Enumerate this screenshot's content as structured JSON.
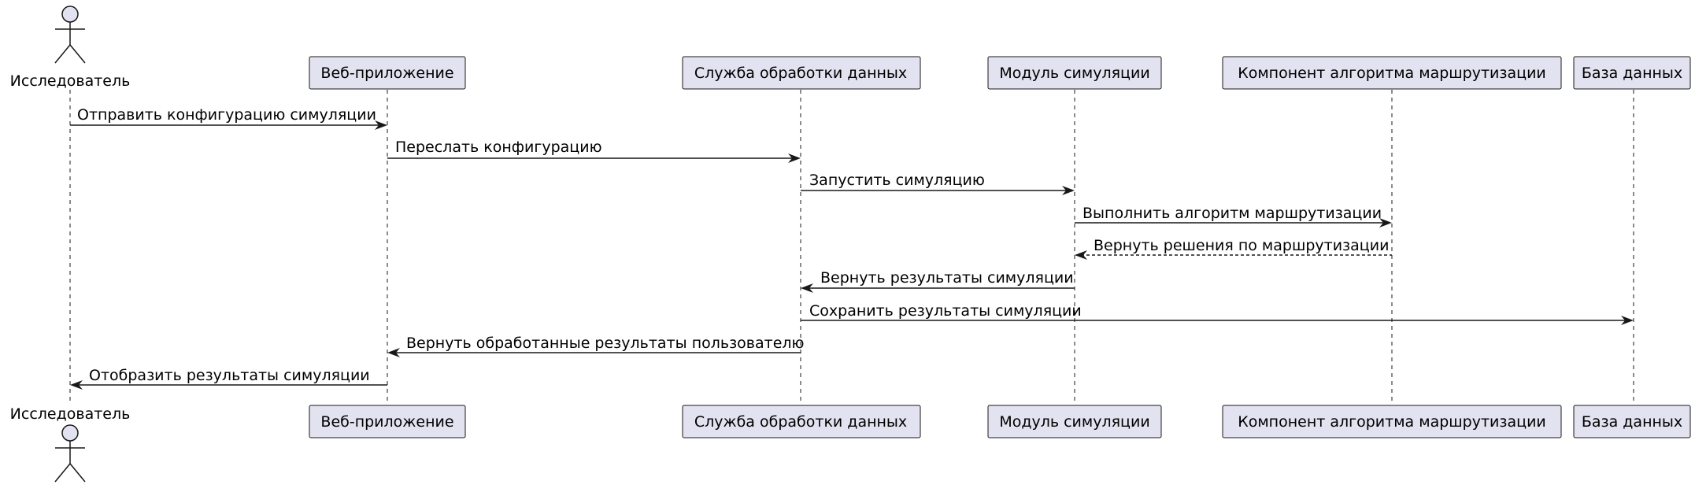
{
  "participants": [
    {
      "id": "researcher",
      "label": "Исследователь",
      "kind": "actor"
    },
    {
      "id": "webapp",
      "label": "Веб-приложение",
      "kind": "participant"
    },
    {
      "id": "dataservice",
      "label": "Служба обработки данных",
      "kind": "participant"
    },
    {
      "id": "simmodule",
      "label": "Модуль симуляции",
      "kind": "participant"
    },
    {
      "id": "routing",
      "label": "Компонент алгоритма маршрутизации",
      "kind": "participant"
    },
    {
      "id": "database",
      "label": "База данных",
      "kind": "participant"
    }
  ],
  "messages": [
    {
      "from": "researcher",
      "to": "webapp",
      "label": "Отправить конфигурацию симуляции",
      "style": "solid"
    },
    {
      "from": "webapp",
      "to": "dataservice",
      "label": "Переслать конфигурацию",
      "style": "solid"
    },
    {
      "from": "dataservice",
      "to": "simmodule",
      "label": "Запустить симуляцию",
      "style": "solid"
    },
    {
      "from": "simmodule",
      "to": "routing",
      "label": "Выполнить алгоритм маршрутизации",
      "style": "solid"
    },
    {
      "from": "routing",
      "to": "simmodule",
      "label": "Вернуть решения по маршрутизации",
      "style": "dashed"
    },
    {
      "from": "simmodule",
      "to": "dataservice",
      "label": "Вернуть результаты симуляции",
      "style": "solid"
    },
    {
      "from": "dataservice",
      "to": "database",
      "label": "Сохранить результаты симуляции",
      "style": "solid"
    },
    {
      "from": "dataservice",
      "to": "webapp",
      "label": "Вернуть обработанные результаты пользователю",
      "style": "solid"
    },
    {
      "from": "webapp",
      "to": "researcher",
      "label": "Отобразить результаты симуляции",
      "style": "solid"
    }
  ],
  "colors": {
    "participant_fill": "#e2e2f0",
    "line": "#181818",
    "background": "#ffffff"
  }
}
